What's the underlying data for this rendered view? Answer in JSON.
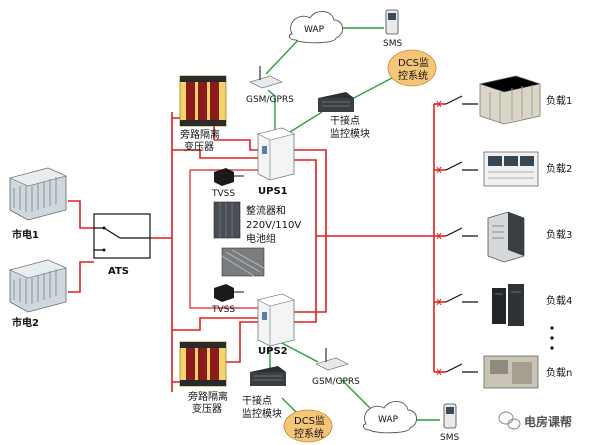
{
  "labels": {
    "grid1": "市电1",
    "grid2": "市电2",
    "ats": "ATS",
    "bypass_top_1": "旁路隔离",
    "bypass_top_2": "变压器",
    "bypass_bot_1": "旁路隔离",
    "bypass_bot_2": "变压器",
    "ups1": "UPS1",
    "ups2": "UPS2",
    "tvss_top": "TVSS",
    "tvss_bot": "TVSS",
    "rectifier_1": "整流器和",
    "rectifier_2": "220V/110V",
    "rectifier_3": "电池组",
    "gsm_top": "GSM/GPRS",
    "gsm_bot": "GSM/GPRS",
    "contact_top_1": "干接点",
    "contact_top_2": "监控模块",
    "contact_bot_1": "干接点",
    "contact_bot_2": "监控模块",
    "dcs_top_1": "DCS监",
    "dcs_top_2": "控系统",
    "dcs_bot_1": "DCS监",
    "dcs_bot_2": "控系统",
    "wap_top": "WAP",
    "wap_bot": "WAP",
    "sms_top": "SMS",
    "sms_bot": "SMS",
    "load1": "负载1",
    "load2": "负载2",
    "load3": "负载3",
    "load4": "负载4",
    "loadn": "负载n",
    "watermark": "电房课帮"
  },
  "colors": {
    "power_line": "#e02020",
    "comm_line": "#2e9e3a",
    "cloud_fill": "#ffffff",
    "dcs_fill": "#f5c67a"
  }
}
